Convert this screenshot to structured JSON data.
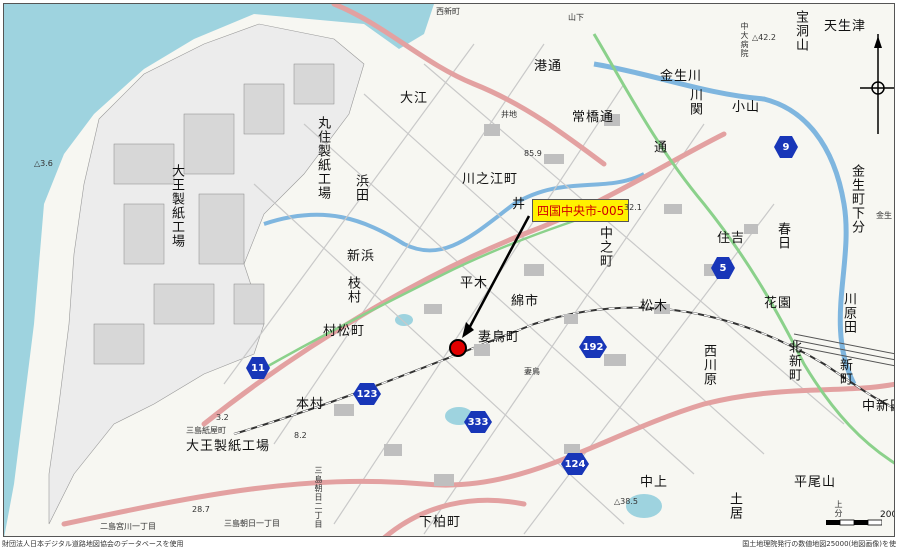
{
  "callout": {
    "label": "四国中央市-005"
  },
  "labels": {
    "kawanoe_town": "川之江町",
    "tsumatori_town": "妻鳥町",
    "muramatsu_town": "村松町",
    "shimokashiwa_town": "下柏町",
    "hiragi": "平木",
    "wataichi": "綿市",
    "oe": "大江",
    "minato_dori": "港通",
    "joubashi_dori": "常橋通",
    "kanaokawa": "金生川",
    "koyama": "小山",
    "sumiyoshi": "住吉",
    "hanazono": "花園",
    "matsuki": "松木",
    "nakanomachi": "中之町",
    "hamada": "浜田",
    "shinhama": "新浜",
    "edamura": "枝村",
    "honmura": "本村",
    "nishikawahara": "西川原",
    "kitashinmachi": "北新町",
    "shinmachi": "新町",
    "nakashinden": "中新田",
    "hiraoyama": "平尾山",
    "nakagami": "中上",
    "doi": "土居",
    "i_kana": "井",
    "tsuri": "通",
    "kasugai": "春日",
    "kanaocho_shimobun": "金生町下分",
    "kawaharada": "川原田",
    "hirose": "井地",
    "tsumatori_small": "妻鳥",
    "kamiwake": "上分",
    "ohtsu_small": "金生",
    "mishima_higashi": "三島紙屋町",
    "miyagawa": "二島宮川一丁目",
    "mishimanakaicho": "三島朝日一丁目",
    "mishimaasahi": "三島朝日二丁目",
    "honseishi": "大王製紙工場",
    "maruzumi": "丸住製紙工場",
    "daioseishi_vert": "大王製紙工場",
    "tenjintsu": "天生津",
    "hodoyama": "宝洞山",
    "nakadai": "中大病院",
    "kawamaemachi": "川関",
    "nishishinmachi": "西新町",
    "yamashita": "山下",
    "elev_a": "△3.6",
    "elev_b": "△42.2",
    "elev_c": "△38.5",
    "elev_d": "28.7",
    "elev_e": "8.2",
    "elev_f": "3.2",
    "elev_g": "85.9",
    "elev_h": "32.1"
  },
  "routes": [
    "11",
    "123",
    "333",
    "124",
    "192",
    "9",
    "5"
  ],
  "scale": {
    "label": "200"
  },
  "credits": {
    "left": "財団法人日本デジタル道路地図協会のデータベースを使用",
    "right": "国土地理院発行の数値地図25000(地図画像)を使"
  },
  "colors": {
    "water": "#9ed3df",
    "land": "#f7f7f2",
    "main_road": "#e3a1a1",
    "road": "#cccccc",
    "river": "#7fb6df",
    "rail": "#333333",
    "marker": "#e00000",
    "callout_bg": "#fff200",
    "route_shield": "#1836b8",
    "green_line": "#8bd18b"
  }
}
